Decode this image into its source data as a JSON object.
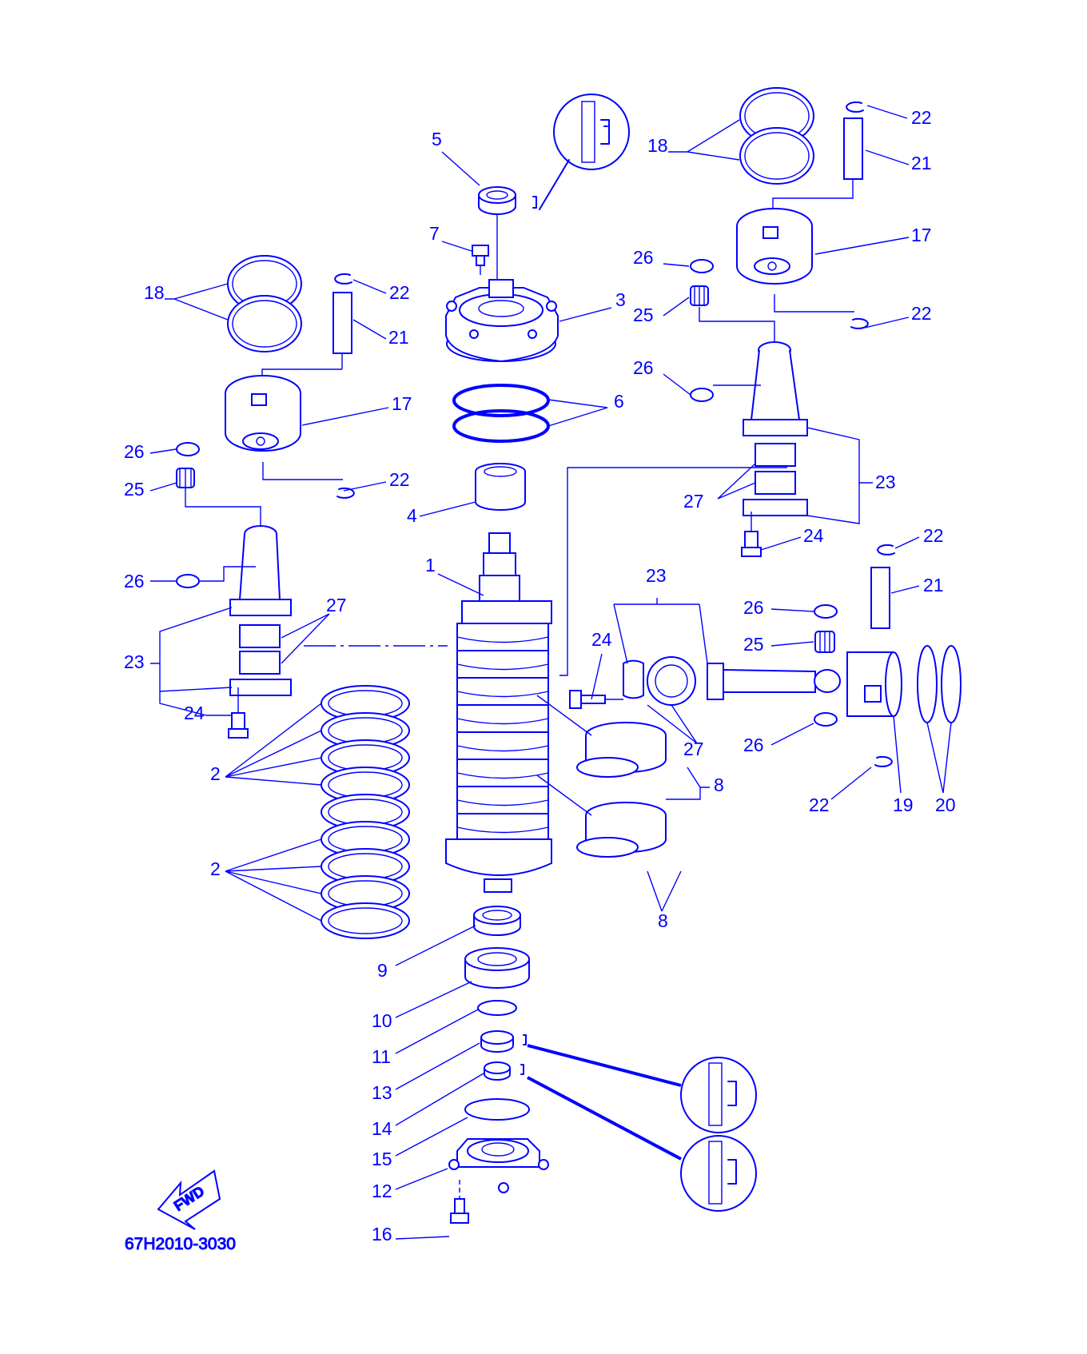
{
  "diagram": {
    "drawing_code": "67H2010-3030",
    "fwd_label": "FWD",
    "line_color": "#0000ff",
    "background": "#ffffff"
  },
  "callouts": [
    {
      "id": "c5",
      "text": "5"
    },
    {
      "id": "c7",
      "text": "7"
    },
    {
      "id": "c3",
      "text": "3"
    },
    {
      "id": "c6",
      "text": "6"
    },
    {
      "id": "c4",
      "text": "4"
    },
    {
      "id": "c1",
      "text": "1"
    },
    {
      "id": "c2a",
      "text": "2"
    },
    {
      "id": "c2b",
      "text": "2"
    },
    {
      "id": "c9",
      "text": "9"
    },
    {
      "id": "c10",
      "text": "10"
    },
    {
      "id": "c11",
      "text": "11"
    },
    {
      "id": "c13",
      "text": "13"
    },
    {
      "id": "c14",
      "text": "14"
    },
    {
      "id": "c15",
      "text": "15"
    },
    {
      "id": "c12",
      "text": "12"
    },
    {
      "id": "c16",
      "text": "16"
    },
    {
      "id": "c18L",
      "text": "18"
    },
    {
      "id": "c22L1",
      "text": "22"
    },
    {
      "id": "c21L",
      "text": "21"
    },
    {
      "id": "c17L",
      "text": "17"
    },
    {
      "id": "c26L1",
      "text": "26"
    },
    {
      "id": "c25L",
      "text": "25"
    },
    {
      "id": "c22L2",
      "text": "22"
    },
    {
      "id": "c26L2",
      "text": "26"
    },
    {
      "id": "c27L",
      "text": "27"
    },
    {
      "id": "c23L",
      "text": "23"
    },
    {
      "id": "c24L",
      "text": "24"
    },
    {
      "id": "c18R",
      "text": "18"
    },
    {
      "id": "c22R1",
      "text": "22"
    },
    {
      "id": "c21R1",
      "text": "21"
    },
    {
      "id": "c17R",
      "text": "17"
    },
    {
      "id": "c26R1",
      "text": "26"
    },
    {
      "id": "c25R1",
      "text": "25"
    },
    {
      "id": "c22R2",
      "text": "22"
    },
    {
      "id": "c26R2",
      "text": "26"
    },
    {
      "id": "c23R1",
      "text": "23"
    },
    {
      "id": "c27R1",
      "text": "27"
    },
    {
      "id": "c24R1",
      "text": "24"
    },
    {
      "id": "c22R3",
      "text": "22"
    },
    {
      "id": "c21R2",
      "text": "21"
    },
    {
      "id": "c23C",
      "text": "23"
    },
    {
      "id": "c26R3",
      "text": "26"
    },
    {
      "id": "c24C",
      "text": "24"
    },
    {
      "id": "c25R2",
      "text": "25"
    },
    {
      "id": "c27C",
      "text": "27"
    },
    {
      "id": "c26R4",
      "text": "26"
    },
    {
      "id": "c8a",
      "text": "8"
    },
    {
      "id": "c8b",
      "text": "8"
    },
    {
      "id": "c22R4",
      "text": "22"
    },
    {
      "id": "c19",
      "text": "19"
    },
    {
      "id": "c20",
      "text": "20"
    }
  ]
}
